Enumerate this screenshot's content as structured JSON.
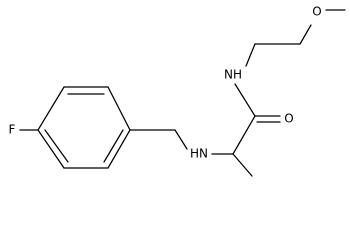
{
  "structure": {
    "atoms": {
      "fluorine": "F",
      "amine_nitrogen": "HN",
      "amide_nitrogen": "NH",
      "carbonyl_oxygen": "O",
      "ether_oxygen": "O"
    }
  }
}
